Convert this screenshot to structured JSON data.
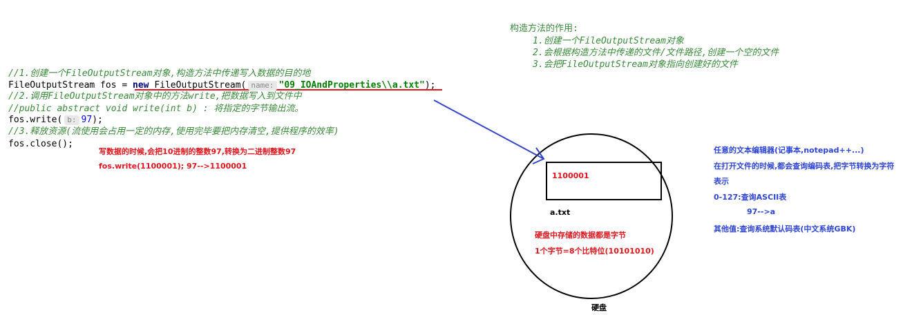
{
  "code": {
    "line1": "//1.创建一个FileOutputStream对象,构造方法中传递写入数据的目的地",
    "line2_pre": "FileOutputStream fos = ",
    "line2_kw": "new",
    "line2_ctor": " FileOutputStream(",
    "line2_hint": "name:",
    "line2_str": "\"09_IOAndProperties\\\\a.txt\"",
    "line2_end": ");",
    "line3": "//2.调用FileOutputStream对象中的方法write,把数据写入到文件中",
    "line4": "//public abstract void write(int b) : 将指定的字节输出流。",
    "line5_pre": "fos.write(",
    "line5_hint": "b:",
    "line5_num": "97",
    "line5_end": ");",
    "line6": "//3.释放资源(流使用会占用一定的内存,使用完毕要把内存清空,提供程序的效率)",
    "line7": "fos.close();"
  },
  "notes": {
    "write_note": "写数据的时候,会把10进制的整数97,转换为二进制整数97",
    "write_example": "fos.write(1100001); 97-->1100001"
  },
  "constructor_notes": {
    "title": "构造方法的作用:",
    "item1": "1.创建一个FileOutputStream对象",
    "item2": "2.会根据构造方法中传递的文件/文件路径,创建一个空的文件",
    "item3": "3.会把FileOutputStream对象指向创建好的文件"
  },
  "disk": {
    "file_content": "1100001",
    "file_name": "a.txt",
    "note1": "硬盘中存储的数据都是字节",
    "note2": "1个字节=8个比特位(10101010)",
    "label": "硬盘"
  },
  "editor_notes": {
    "line1": "任意的文本编辑器(记事本,notepad++...)",
    "line2": "在打开文件的时候,都会查询编码表,把字节转换为字符",
    "line3": "表示",
    "line4": "0-127:查询ASCII表",
    "line5": "97-->a",
    "line6": "其他值:查询系统默认码表(中文系统GBK)"
  },
  "colors": {
    "comment": "#3a8a3a",
    "red_note": "#e0151d",
    "blue_note": "#2e44d6",
    "arrow": "#3344cc"
  }
}
